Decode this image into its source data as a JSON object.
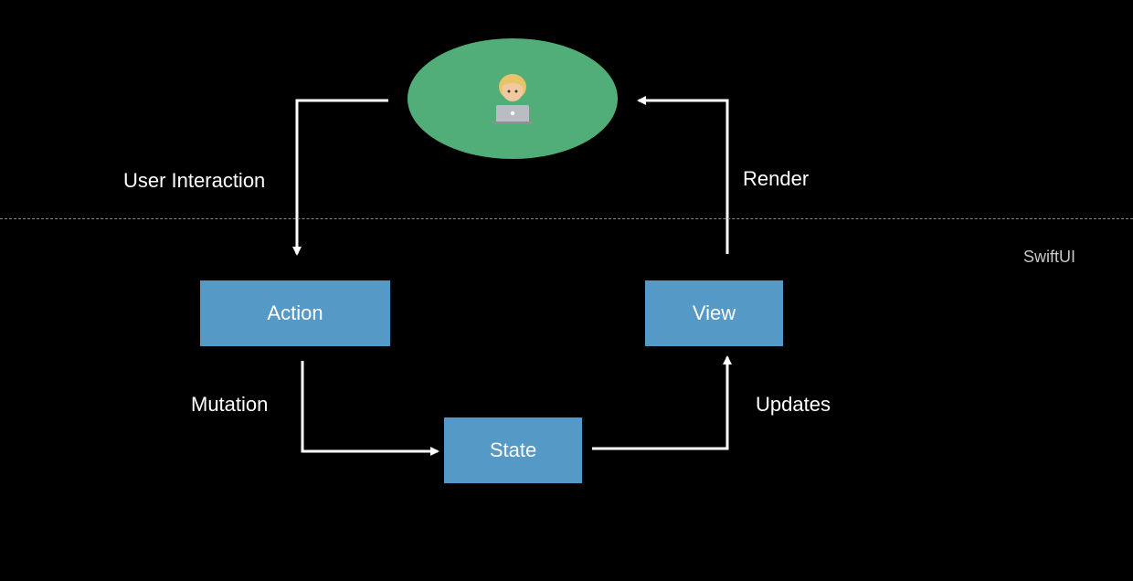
{
  "diagram": {
    "user": {
      "icon": "technologist-emoji"
    },
    "nodes": {
      "action": "Action",
      "view": "View",
      "state": "State"
    },
    "edges": {
      "user_interaction": "User Interaction",
      "render": "Render",
      "mutation": "Mutation",
      "updates": "Updates"
    },
    "framework_label": "SwiftUI",
    "colors": {
      "background": "#000000",
      "node_fill": "#5599c6",
      "user_fill": "#52ae78",
      "arrow": "#ffffff",
      "divider": "#8a8a8a",
      "framework_text": "#c8c8c8"
    }
  }
}
